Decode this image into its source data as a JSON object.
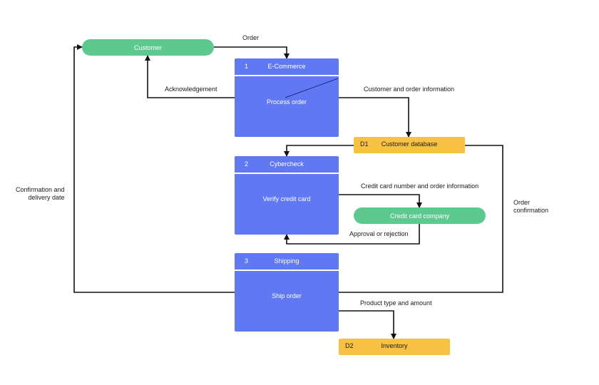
{
  "colors": {
    "entity": "#5ec98f",
    "process": "#6079f2",
    "store": "#f7c244",
    "line": "#111111"
  },
  "entities": {
    "customer": "Customer",
    "credit_card_company": "Credit card company"
  },
  "processes": [
    {
      "id": "1",
      "title": "E-Commerce",
      "label": "Process order"
    },
    {
      "id": "2",
      "title": "Cybercheck",
      "label": "Verify credit card"
    },
    {
      "id": "3",
      "title": "Shipping",
      "label": "Ship order"
    }
  ],
  "stores": [
    {
      "id": "D1",
      "name": "Customer database"
    },
    {
      "id": "D2",
      "name": "Inventory"
    }
  ],
  "flows": {
    "order": "Order",
    "acknowledgement": "Acknowledgement",
    "customer_and_order_information": "Customer and order information",
    "credit_card_number_and_order_information": "Credit card number and order information",
    "approval_or_rejection": "Approval or rejection",
    "order_confirmation": "Order\nconfirmation",
    "confirmation_and_delivery_date": "Confirmation and\ndelivery date",
    "product_type_and_amount": "Product type and amount"
  }
}
